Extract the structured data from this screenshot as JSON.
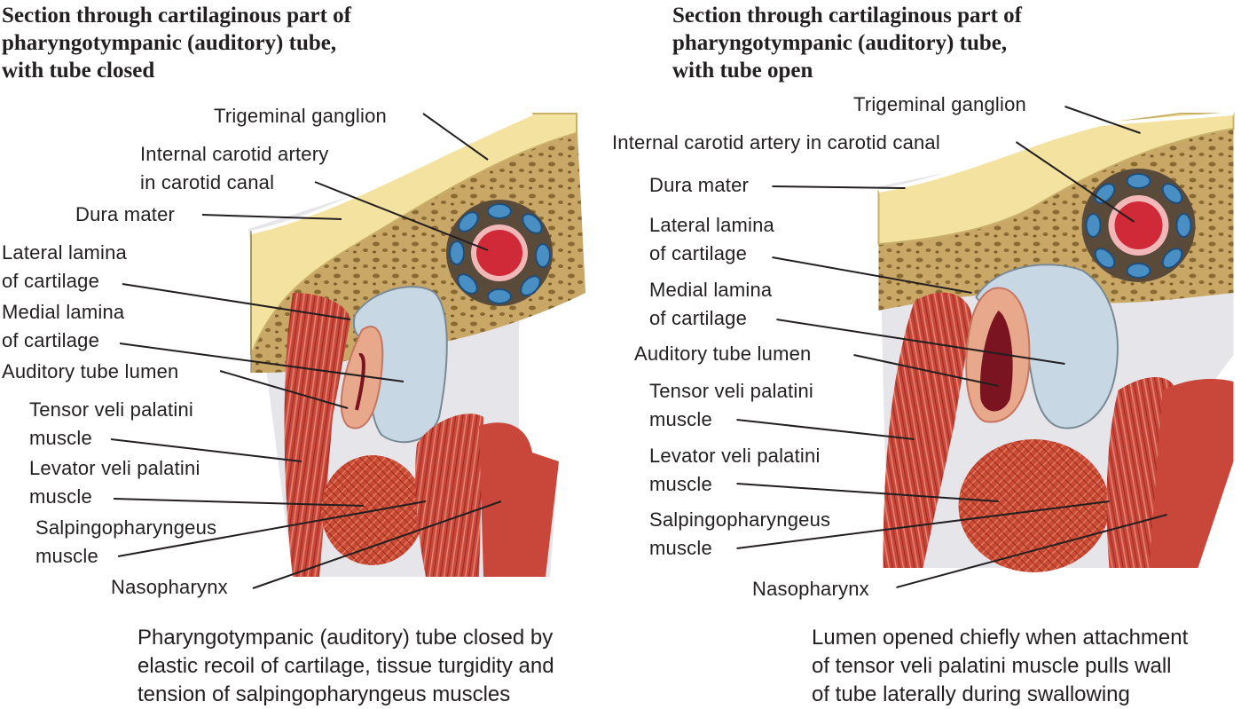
{
  "panels": [
    {
      "title": "Section through cartilaginous part of\npharyngotympanic (auditory) tube,\nwith tube closed",
      "labels": {
        "trigeminal_ganglion": "Trigeminal ganglion",
        "internal_carotid": "Internal carotid artery\nin carotid canal",
        "dura_mater": "Dura mater",
        "lateral_lamina": "Lateral lamina\nof cartilage",
        "medial_lamina": "Medial lamina\nof cartilage",
        "tube_lumen": "Auditory tube lumen",
        "tensor": "Tensor veli palatini\nmuscle",
        "levator": "Levator veli palatini\nmuscle",
        "salpingo": "Salpingopharyngeus\nmuscle",
        "nasopharynx": "Nasopharynx"
      },
      "caption": "Pharyngotympanic (auditory) tube closed by\nelastic recoil of cartilage, tissue turgidity and\ntension of salpingopharyngeus muscles"
    },
    {
      "title": "Section through cartilaginous part of\npharyngotympanic (auditory) tube,\nwith tube open",
      "labels": {
        "trigeminal_ganglion": "Trigeminal ganglion",
        "internal_carotid": "Internal carotid artery in carotid canal",
        "dura_mater": "Dura mater",
        "lateral_lamina": "Lateral lamina\nof cartilage",
        "medial_lamina": "Medial lamina\nof cartilage",
        "tube_lumen": "Auditory tube lumen",
        "tensor": "Tensor veli palatini\nmuscle",
        "levator": "Levator veli palatini\nmuscle",
        "salpingo": "Salpingopharyngeus\nmuscle",
        "nasopharynx": "Nasopharynx"
      },
      "caption": "Lumen opened chiefly when attachment\nof tensor veli palatini muscle pulls wall\nof tube laterally during swallowing"
    }
  ],
  "colors": {
    "bone": "#c9a767",
    "bone_pore": "#8a6a33",
    "ganglion": "#f4e2a0",
    "cartilage": "#c7d8e4",
    "muscle": "#c8473a",
    "muscle_light": "#e08a74",
    "mucosa": "#e8a88c",
    "artery": "#d02a38",
    "vein_plexus": "#4a8fc4",
    "connective": "#e6e6ea"
  }
}
